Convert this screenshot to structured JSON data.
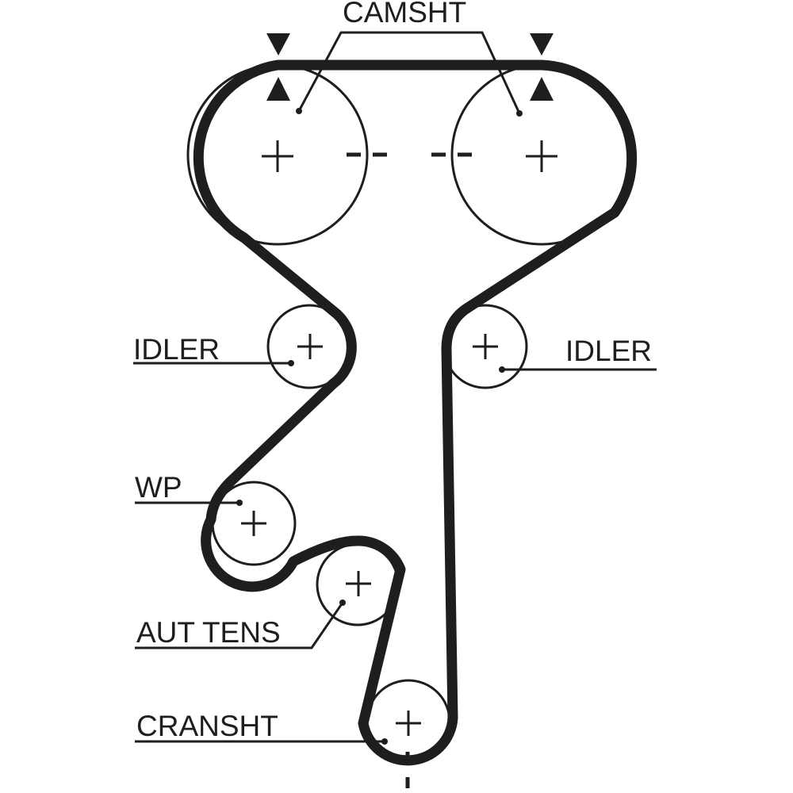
{
  "diagram": {
    "title": "Timing belt routing diagram",
    "colors": {
      "line": "#1e1e1e",
      "background": "#ffffff"
    },
    "labels": {
      "camshaft": "CAMSHT",
      "idler_left": "IDLER",
      "idler_right": "IDLER",
      "water_pump": "WP",
      "auto_tensioner": "AUT TENS",
      "crankshaft": "CRANSHT"
    },
    "components": [
      {
        "id": "camshaft-left",
        "label_key": "camshaft"
      },
      {
        "id": "camshaft-right",
        "label_key": "camshaft"
      },
      {
        "id": "idler-left",
        "label_key": "idler_left"
      },
      {
        "id": "idler-right",
        "label_key": "idler_right"
      },
      {
        "id": "water-pump",
        "label_key": "water_pump"
      },
      {
        "id": "auto-tensioner",
        "label_key": "auto_tensioner"
      },
      {
        "id": "crankshaft",
        "label_key": "crankshaft"
      }
    ],
    "timing_marks": [
      "camshaft-left",
      "camshaft-right",
      "crankshaft"
    ]
  }
}
